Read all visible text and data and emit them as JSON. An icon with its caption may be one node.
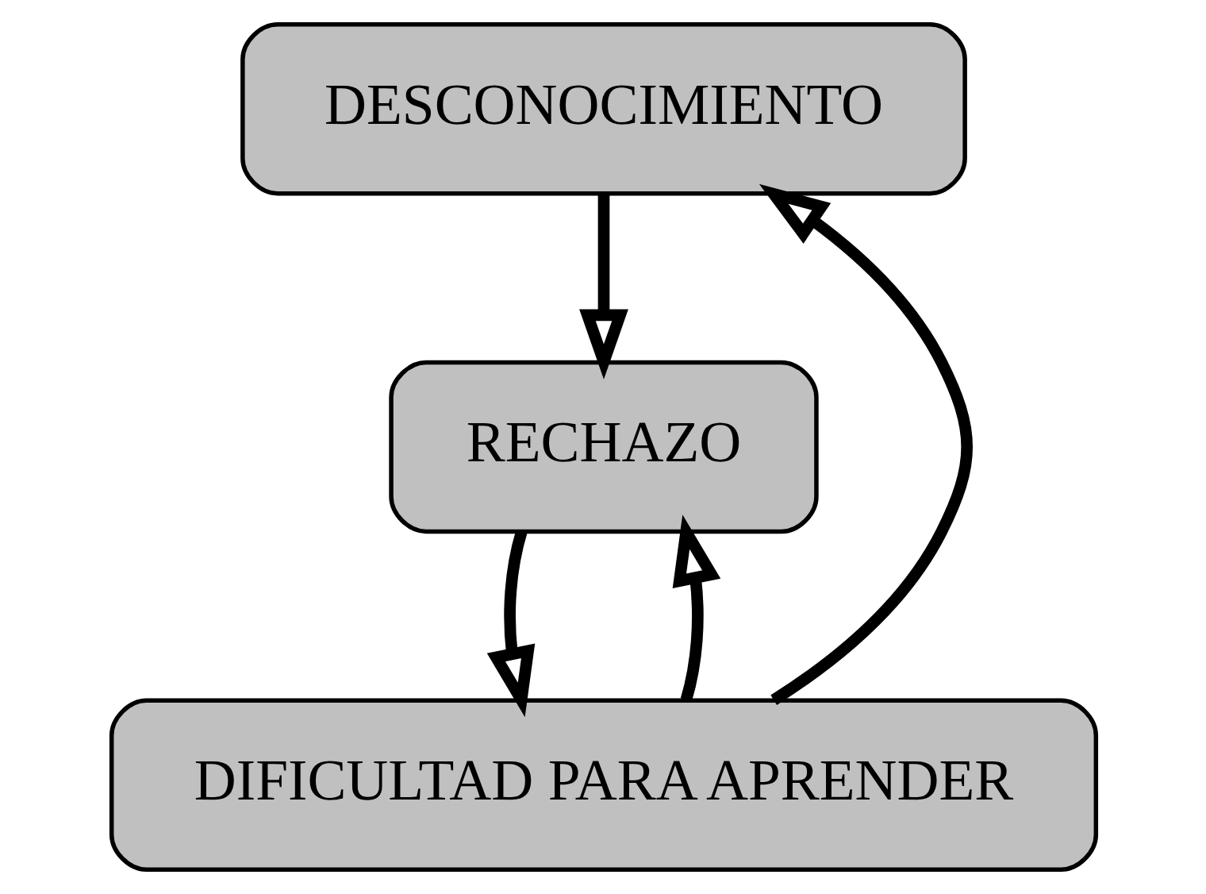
{
  "diagram": {
    "nodes": [
      {
        "text": [
          "DESCONOCIMIENTO"
        ]
      },
      {
        "text": [
          "RECHAZO"
        ]
      },
      {
        "text": [
          "DIFICULTAD PARA APRENDER"
        ]
      }
    ],
    "edges": [
      {
        "from": 0,
        "to": 1,
        "arrow": "to"
      },
      {
        "from": 2,
        "to": 1,
        "arrow": "to"
      },
      {
        "from": 1,
        "to": 2,
        "arrow": "to"
      },
      {
        "from": 2,
        "to": 0,
        "arrow": "to"
      }
    ]
  }
}
